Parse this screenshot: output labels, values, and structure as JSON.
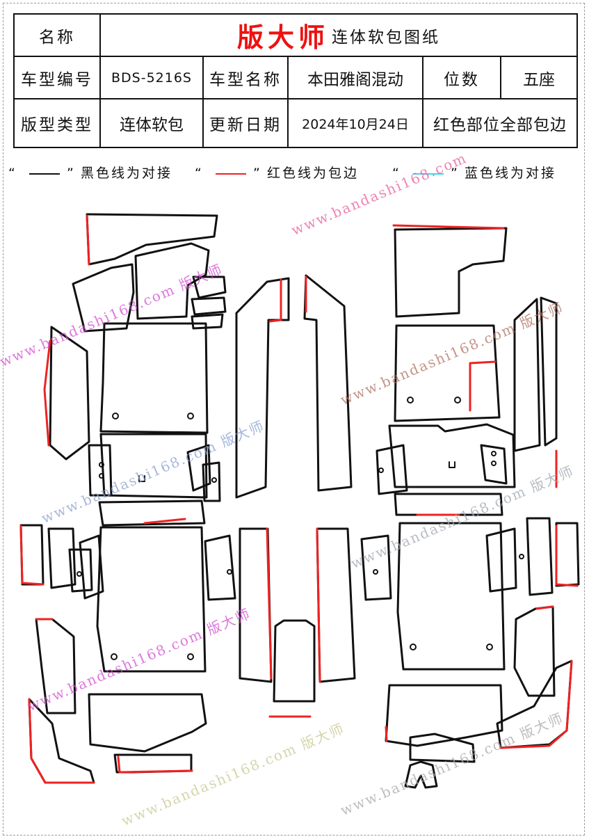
{
  "table": {
    "name_label": "名称",
    "brand": "版大师",
    "drawing_title": "连体软包图纸",
    "model_code_label": "车型编号",
    "model_code": "BDS-5216S",
    "model_name_label": "车型名称",
    "model_name": "本田雅阁混动",
    "seats_label": "位数",
    "seats": "五座",
    "pattern_type_label": "版型类型",
    "pattern_type": "连体软包",
    "update_date_label": "更新日期",
    "update_date": "2024年10月24日",
    "note": "红色部位全部包边"
  },
  "legend": [
    {
      "open_quote": "“",
      "close_quote": "”",
      "color": "#111111",
      "text": "黑色线为对接"
    },
    {
      "open_quote": "“",
      "close_quote": "”",
      "color": "#ee2222",
      "text": "红色线为包边"
    },
    {
      "open_quote": "“",
      "close_quote": "”",
      "color": "#33ddee",
      "text": "蓝色线为对接"
    }
  ],
  "watermark": {
    "url": "www.bandashi168.com",
    "brand": "版大师"
  },
  "colors": {
    "cut_line": "#111111",
    "edge_binding": "#ee2222",
    "butt_joint": "#33ddee"
  }
}
